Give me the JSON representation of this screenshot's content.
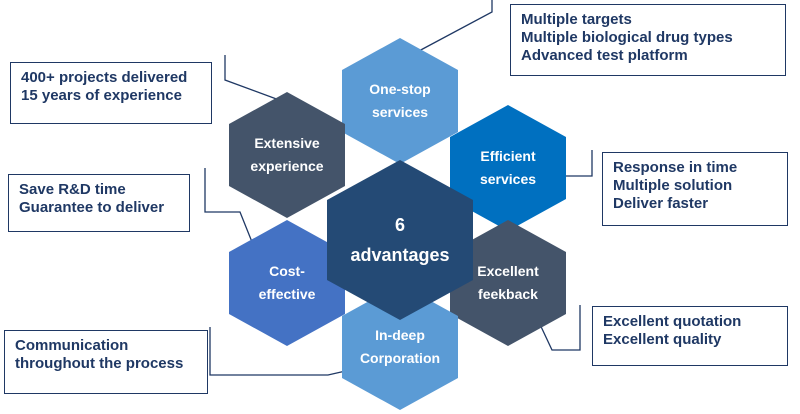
{
  "colors": {
    "navy": "#1f3864",
    "slate": "#44546a",
    "light_blue": "#5b9bd5",
    "bright_blue": "#0070c0",
    "medium_blue": "#4472c4",
    "center_navy": "#244a75",
    "connector_gray": "#c8d1c4"
  },
  "center": {
    "line1": "6",
    "line2": "advantages"
  },
  "hexagons": {
    "one_stop": {
      "line1": "One-stop",
      "line2": "services"
    },
    "efficient": {
      "line1": "Efficient",
      "line2": "services"
    },
    "excellent_feedback": {
      "line1": "Excellent",
      "line2": "feekback"
    },
    "in_deep": {
      "line1": "In-deep",
      "line2": "Corporation"
    },
    "cost_effective": {
      "line1": "Cost-",
      "line2": "effective"
    },
    "extensive": {
      "line1": "Extensive",
      "line2": "experience"
    }
  },
  "callouts": {
    "top_right": [
      "Multiple targets",
      "Multiple biological drug types",
      "Advanced test platform"
    ],
    "top_left": [
      "400+ projects delivered",
      "15 years of experience"
    ],
    "mid_right": [
      "Response in time",
      "Multiple solution",
      "Deliver faster"
    ],
    "mid_left": [
      "Save R&D time",
      "Guarantee to deliver"
    ],
    "bottom_right": [
      "Excellent quotation",
      "Excellent quality"
    ],
    "bottom_left": [
      "Communication",
      "throughout the process"
    ]
  }
}
